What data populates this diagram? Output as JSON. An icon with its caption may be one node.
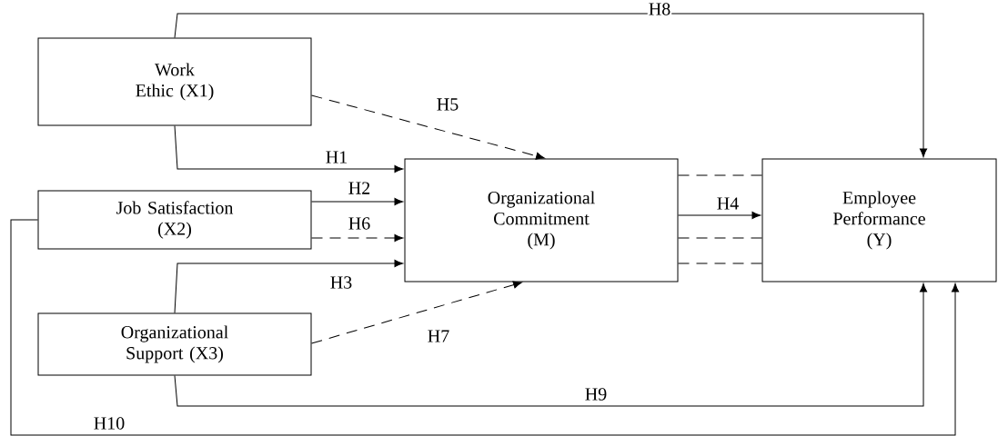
{
  "diagram": {
    "nodes": [
      {
        "text": [
          "Work Ethic (X1)"
        ]
      },
      {
        "text": [
          "Job Satisfaction (X2)"
        ]
      },
      {
        "text": [
          "Organizational Support (X3)"
        ]
      },
      {
        "text": [
          "Organizational Commitment (M)"
        ]
      },
      {
        "text": [
          "Employee Performance (Y)"
        ]
      }
    ],
    "edges": [
      {
        "from": 0,
        "to": 4,
        "arrow": "to",
        "label": "H8"
      },
      {
        "from": 0,
        "to": 3,
        "arrow": "to",
        "label": "H5",
        "style": "dashed"
      },
      {
        "from": 0,
        "to": 3,
        "arrow": "to",
        "label": "H1"
      },
      {
        "from": 1,
        "to": 3,
        "arrow": "to",
        "label": "H2"
      },
      {
        "from": 1,
        "to": 3,
        "arrow": "to",
        "label": "H6",
        "style": "dashed"
      },
      {
        "from": 2,
        "to": 3,
        "arrow": "to",
        "label": "H3"
      },
      {
        "from": 2,
        "to": 3,
        "arrow": "to",
        "label": "H7",
        "style": "dashed"
      },
      {
        "from": 3,
        "to": 4,
        "arrow": "to",
        "label": "H4"
      },
      {
        "from": 3,
        "to": 4,
        "arrow": "none",
        "style": "dashed"
      },
      {
        "from": 3,
        "to": 4,
        "arrow": "none",
        "style": "dashed"
      },
      {
        "from": 3,
        "to": 4,
        "arrow": "none",
        "style": "dashed"
      },
      {
        "from": 2,
        "to": 4,
        "arrow": "to",
        "label": "H9"
      },
      {
        "from": 1,
        "to": 4,
        "arrow": "to",
        "label": "H10"
      }
    ]
  }
}
